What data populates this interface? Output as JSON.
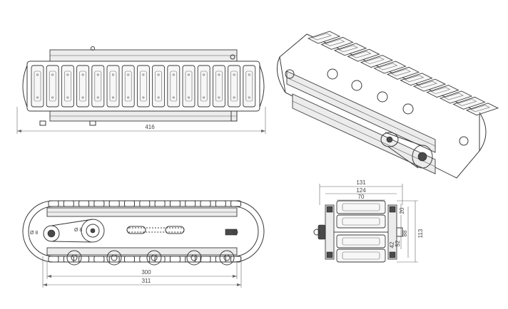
{
  "top_view": {
    "dim_length": "416"
  },
  "side_view": {
    "dim_inner": "300",
    "dim_outer": "311",
    "sprocket_a": "Ø 8",
    "sprocket_b": "Ø 8"
  },
  "end_view": {
    "dim_131": "131",
    "dim_124": "124",
    "dim_70": "70",
    "dim_113": "113",
    "dim_88": "88",
    "dim_52": "52",
    "dim_42": "42",
    "dim_20": "20"
  }
}
